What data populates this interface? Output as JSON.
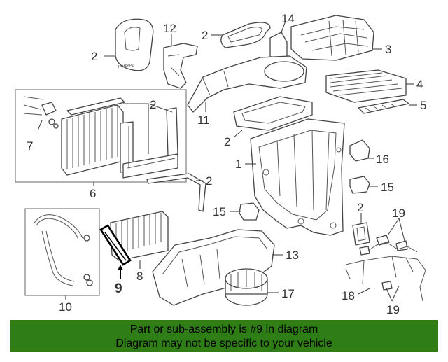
{
  "diagram": {
    "callouts": [
      "1",
      "2",
      "3",
      "4",
      "5",
      "6",
      "7",
      "8",
      "9",
      "10",
      "11",
      "12",
      "13",
      "14",
      "15",
      "16",
      "17",
      "18",
      "19"
    ],
    "highlighted_callout": "9",
    "label_text": {
      "filter_lid": "TRMR6PE"
    }
  },
  "banner": {
    "line1": "Part or sub-assembly is #9 in diagram",
    "line2": "Diagram may not be specific to your vehicle",
    "color": "#2f7d16"
  }
}
